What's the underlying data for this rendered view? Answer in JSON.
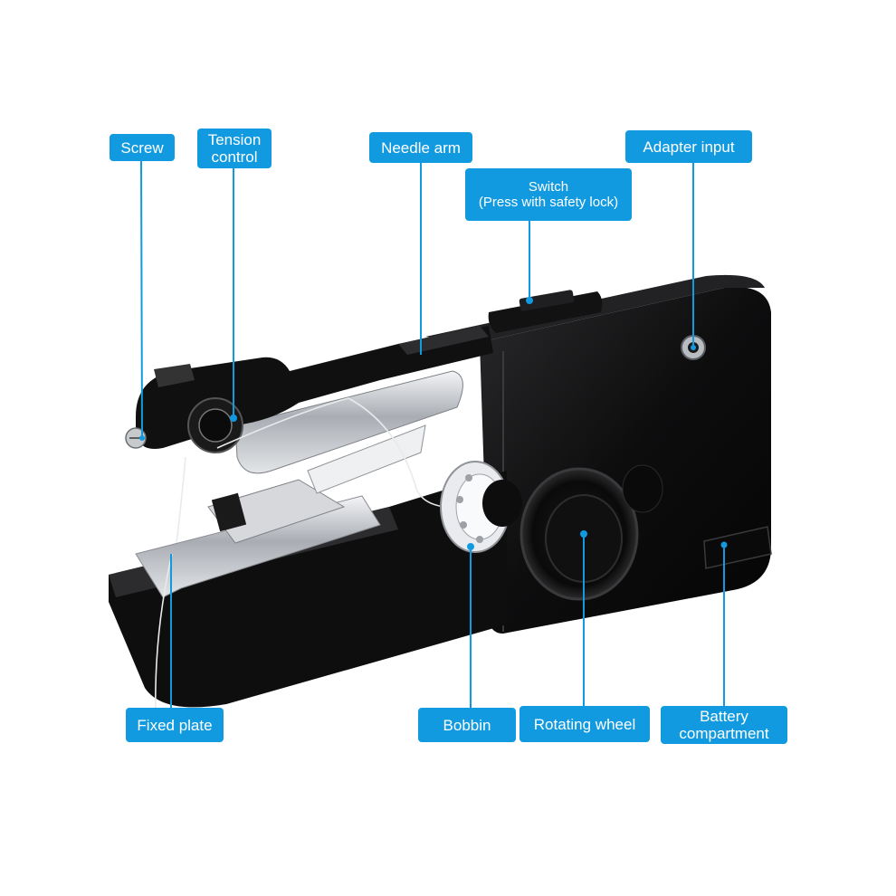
{
  "labels": {
    "screw": "Screw",
    "tension_control": [
      "Tension",
      "control"
    ],
    "needle_arm": "Needle arm",
    "adapter_input": "Adapter input",
    "switch": [
      "Switch",
      "(Press with safety lock)"
    ],
    "fixed_plate": "Fixed plate",
    "bobbin": "Bobbin",
    "rotating_wheel": "Rotating wheel",
    "battery_compartment": [
      "Battery",
      "compartment"
    ]
  },
  "colors": {
    "callout_fill": "#129ae0",
    "leader_line": "#129ae0",
    "machine_body": "#0c0c0d",
    "chrome": "#c9ccd1"
  }
}
